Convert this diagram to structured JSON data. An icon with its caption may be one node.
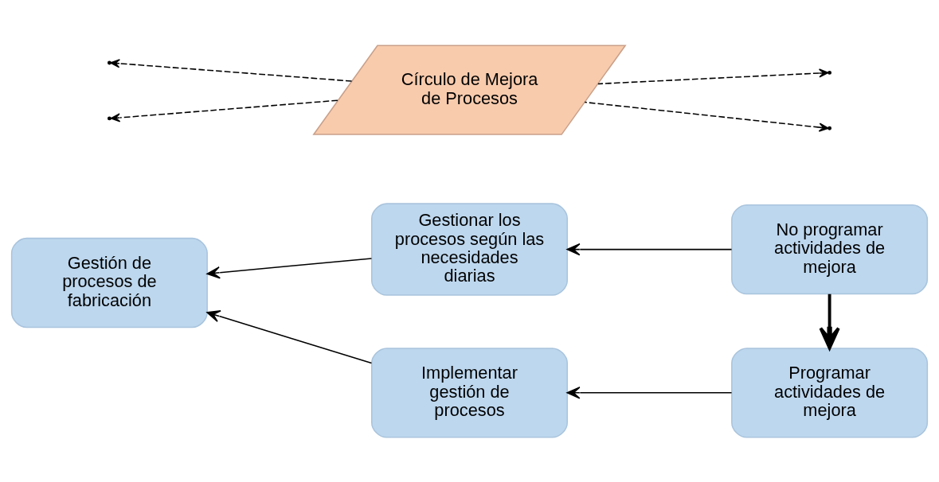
{
  "diagram": {
    "nodes": [
      {
        "text": [
          "Implementar gestión de procesos"
        ]
      },
      {
        "text": [
          "Programar actividades de mejora"
        ]
      },
      {
        "text": [
          "Gestión de procesos de fabricación"
        ]
      },
      {
        "text": [
          "Círculo de Mejora de Procesos"
        ]
      },
      {
        "text": [
          "Gestionar los procesos según las necesidades diarias"
        ]
      },
      {
        "text": [
          "No programar actividades de mejora"
        ]
      }
    ],
    "edges": [
      {
        "from": 1,
        "to": 0,
        "arrow": "to"
      },
      {
        "from": 0,
        "to": 2,
        "arrow": "to"
      },
      {
        "from": 4,
        "to": 2,
        "arrow": "to"
      },
      {
        "from": 5,
        "to": 4,
        "arrow": "to"
      },
      {
        "from": 5,
        "to": 1,
        "arrow": "to",
        "style": "thick"
      },
      {
        "from": 3,
        "to": null,
        "arrow": "to",
        "style": "dashed"
      },
      {
        "from": 3,
        "to": null,
        "arrow": "to",
        "style": "dashed"
      },
      {
        "from": 3,
        "to": null,
        "arrow": "to",
        "style": "dashed"
      },
      {
        "from": 3,
        "to": null,
        "arrow": "to",
        "style": "dashed"
      }
    ]
  }
}
